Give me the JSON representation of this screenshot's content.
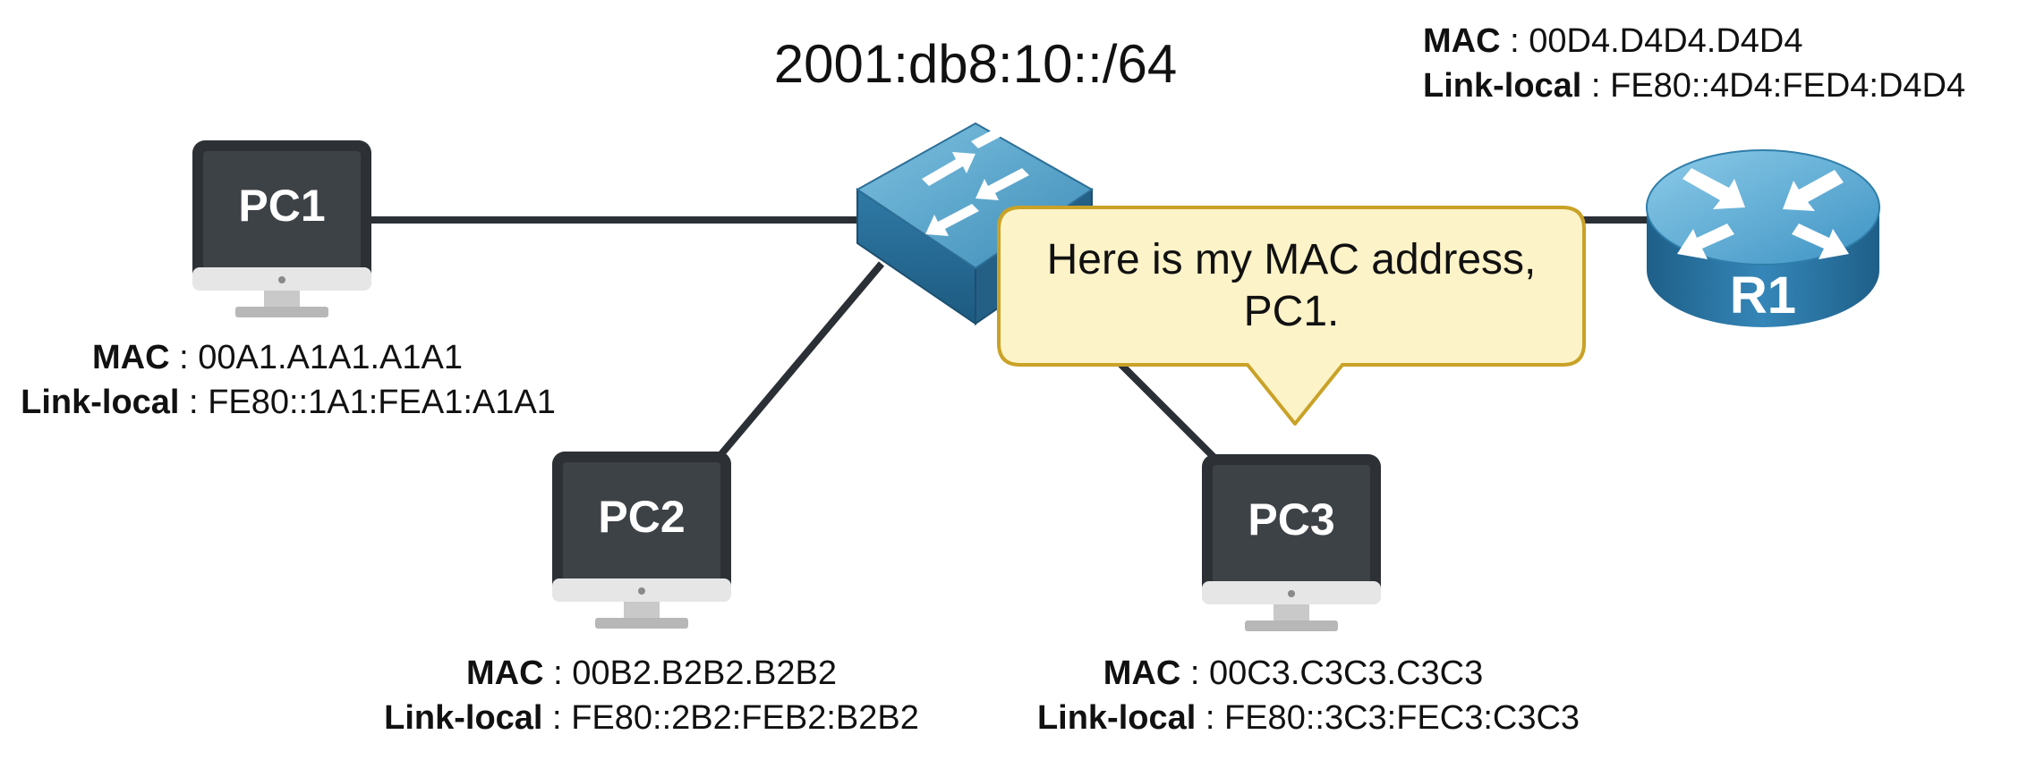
{
  "subnet": "2001:db8:10::/64",
  "mac_key": "MAC",
  "ll_key": "Link-local",
  "sep": " : ",
  "pc1": {
    "name": "PC1",
    "mac": "00A1.A1A1.A1A1",
    "link_local": "FE80::1A1:FEA1:A1A1"
  },
  "pc2": {
    "name": "PC2",
    "mac": "00B2.B2B2.B2B2",
    "link_local": "FE80::2B2:FEB2:B2B2"
  },
  "pc3": {
    "name": "PC3",
    "mac": "00C3.C3C3.C3C3",
    "link_local": "FE80::3C3:FEC3:C3C3"
  },
  "r1": {
    "name": "R1",
    "mac": "00D4.D4D4.D4D4",
    "link_local": "FE80::4D4:FED4:D4D4"
  },
  "speech": {
    "line1": "Here is my MAC address,",
    "line2": "PC1."
  },
  "colors": {
    "link": "#2b2f36",
    "monitor": "#2d3136",
    "screen": "#3d4247",
    "stand": "#c9c9c9",
    "switch_top": "#5aa3c8",
    "router_top": "#5aa9d6",
    "bubble_fill": "#fdf3c8",
    "bubble_stroke": "#c9a227"
  }
}
